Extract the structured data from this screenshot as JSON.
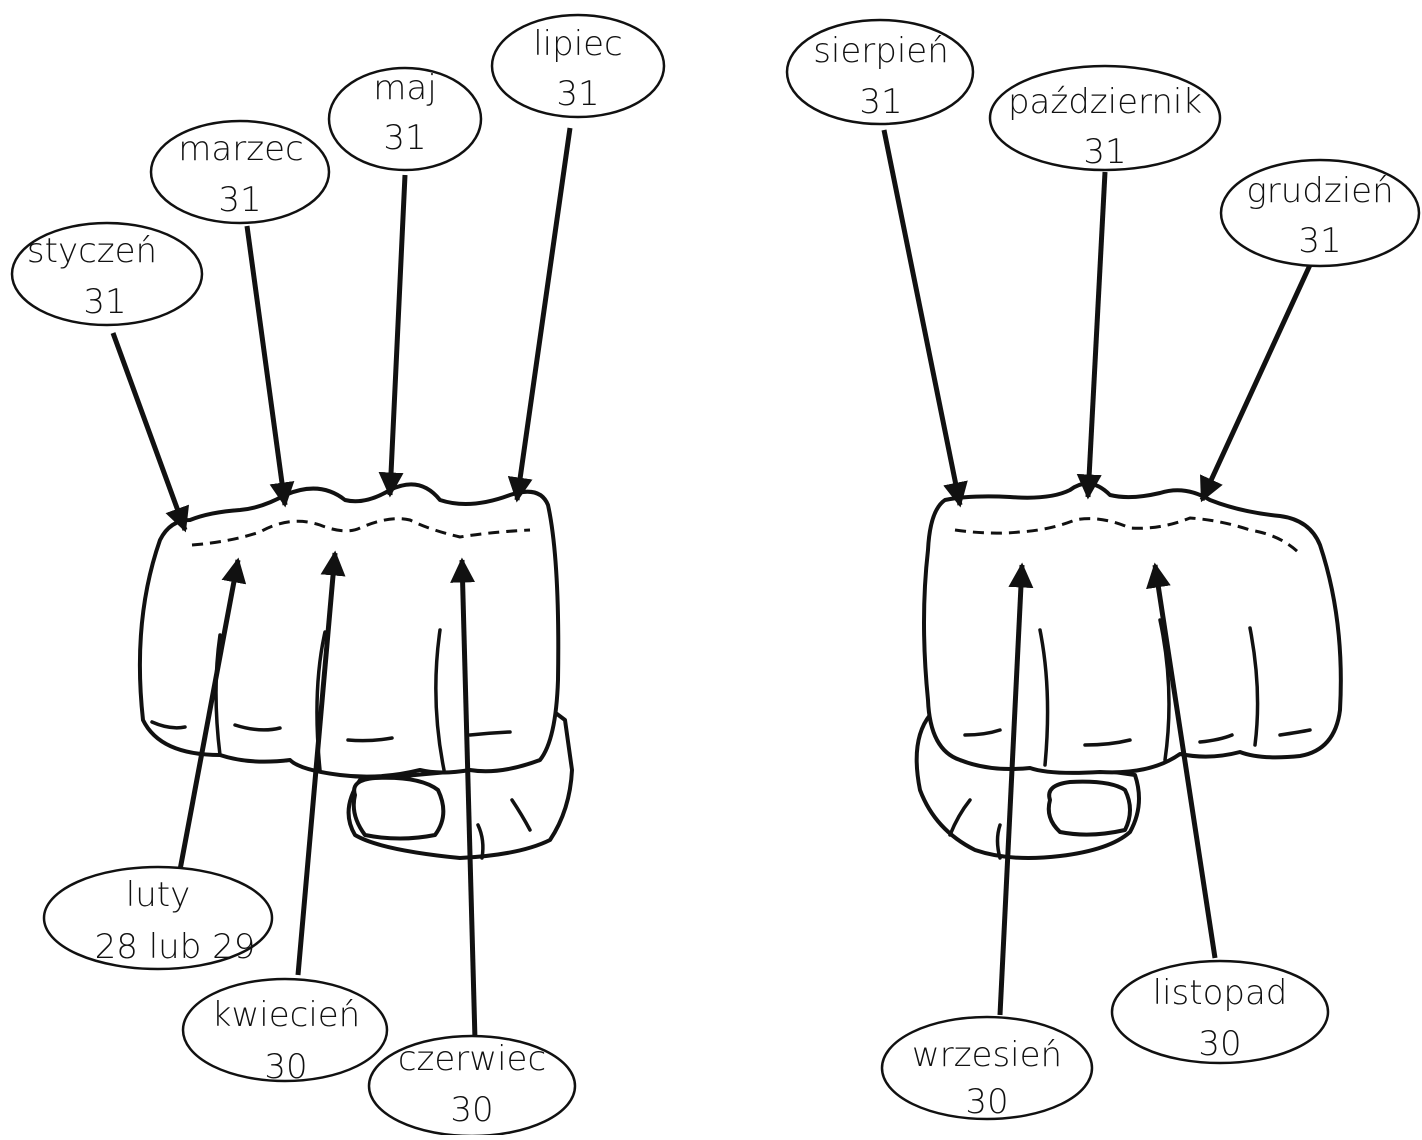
{
  "months": [
    {
      "name": "styczeń",
      "days": "31"
    },
    {
      "name": "luty",
      "days": "28 lub 29"
    },
    {
      "name": "marzec",
      "days": "31"
    },
    {
      "name": "kwiecień",
      "days": "30"
    },
    {
      "name": "maj",
      "days": "31"
    },
    {
      "name": "czerwiec",
      "days": "30"
    },
    {
      "name": "lipiec",
      "days": "31"
    },
    {
      "name": "sierpień",
      "days": "31"
    },
    {
      "name": "wrzesień",
      "days": "30"
    },
    {
      "name": "październik",
      "days": "31"
    },
    {
      "name": "listopad",
      "days": "30"
    },
    {
      "name": "grudzień",
      "days": "31"
    }
  ],
  "colors": {
    "ink": "#111111",
    "paper": "#ffffff"
  }
}
